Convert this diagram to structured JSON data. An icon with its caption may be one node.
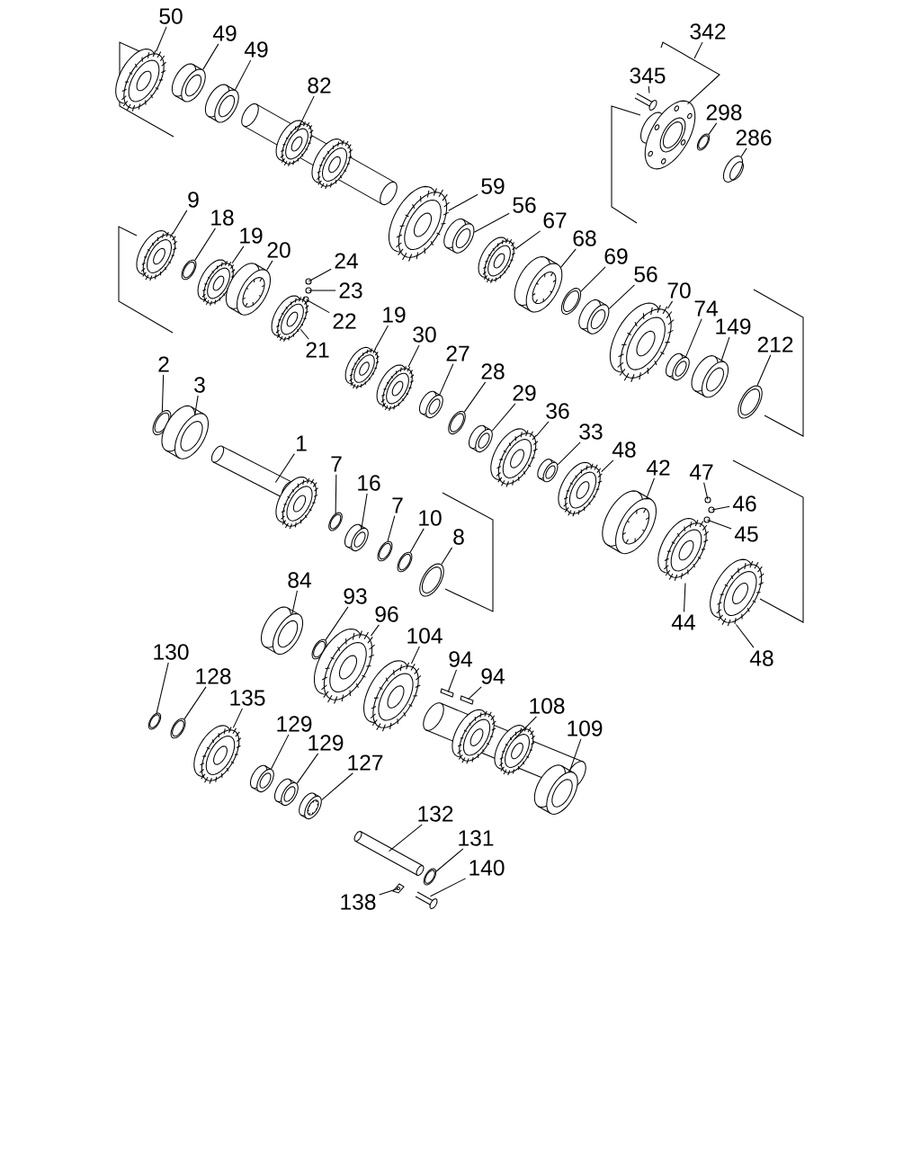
{
  "diagram": {
    "nodes": [
      {
        "text": [
          "50"
        ]
      },
      {
        "text": [
          "49"
        ]
      },
      {
        "text": [
          "49"
        ]
      },
      {
        "text": [
          "82"
        ]
      },
      {
        "text": [
          "342"
        ]
      },
      {
        "text": [
          "345"
        ]
      },
      {
        "text": [
          "298"
        ]
      },
      {
        "text": [
          "286"
        ]
      },
      {
        "text": [
          "59"
        ]
      },
      {
        "text": [
          "56"
        ]
      },
      {
        "text": [
          "67"
        ]
      },
      {
        "text": [
          "68"
        ]
      },
      {
        "text": [
          "69"
        ]
      },
      {
        "text": [
          "56"
        ]
      },
      {
        "text": [
          "70"
        ]
      },
      {
        "text": [
          "74"
        ]
      },
      {
        "text": [
          "149"
        ]
      },
      {
        "text": [
          "212"
        ]
      },
      {
        "text": [
          "9"
        ]
      },
      {
        "text": [
          "18"
        ]
      },
      {
        "text": [
          "19"
        ]
      },
      {
        "text": [
          "20"
        ]
      },
      {
        "text": [
          "24"
        ]
      },
      {
        "text": [
          "23"
        ]
      },
      {
        "text": [
          "22"
        ]
      },
      {
        "text": [
          "21"
        ]
      },
      {
        "text": [
          "19"
        ]
      },
      {
        "text": [
          "30"
        ]
      },
      {
        "text": [
          "27"
        ]
      },
      {
        "text": [
          "28"
        ]
      },
      {
        "text": [
          "29"
        ]
      },
      {
        "text": [
          "36"
        ]
      },
      {
        "text": [
          "33"
        ]
      },
      {
        "text": [
          "48"
        ]
      },
      {
        "text": [
          "42"
        ]
      },
      {
        "text": [
          "47"
        ]
      },
      {
        "text": [
          "46"
        ]
      },
      {
        "text": [
          "45"
        ]
      },
      {
        "text": [
          "44"
        ]
      },
      {
        "text": [
          "48"
        ]
      },
      {
        "text": [
          "2"
        ]
      },
      {
        "text": [
          "3"
        ]
      },
      {
        "text": [
          "1"
        ]
      },
      {
        "text": [
          "7"
        ]
      },
      {
        "text": [
          "16"
        ]
      },
      {
        "text": [
          "7"
        ]
      },
      {
        "text": [
          "10"
        ]
      },
      {
        "text": [
          "8"
        ]
      },
      {
        "text": [
          "84"
        ]
      },
      {
        "text": [
          "93"
        ]
      },
      {
        "text": [
          "96"
        ]
      },
      {
        "text": [
          "104"
        ]
      },
      {
        "text": [
          "94"
        ]
      },
      {
        "text": [
          "94"
        ]
      },
      {
        "text": [
          "108"
        ]
      },
      {
        "text": [
          "109"
        ]
      },
      {
        "text": [
          "130"
        ]
      },
      {
        "text": [
          "128"
        ]
      },
      {
        "text": [
          "135"
        ]
      },
      {
        "text": [
          "129"
        ]
      },
      {
        "text": [
          "129"
        ]
      },
      {
        "text": [
          "127"
        ]
      },
      {
        "text": [
          "132"
        ]
      },
      {
        "text": [
          "131"
        ]
      },
      {
        "text": [
          "138"
        ]
      },
      {
        "text": [
          "140"
        ]
      },
      {
        "text": [],
        "shape": "gear"
      },
      {
        "text": [],
        "shape": "bearing"
      },
      {
        "text": [],
        "shape": "bearing"
      },
      {
        "text": [],
        "shape": "shaft"
      },
      {
        "text": [],
        "shape": "flange"
      },
      {
        "text": [],
        "shape": "bolt"
      },
      {
        "text": [],
        "shape": "ring"
      },
      {
        "text": [],
        "shape": "nut"
      },
      {
        "text": [],
        "shape": "gear"
      },
      {
        "text": [],
        "shape": "bearing"
      },
      {
        "text": [],
        "shape": "gear"
      },
      {
        "text": [],
        "shape": "sleeve"
      },
      {
        "text": [],
        "shape": "ring"
      },
      {
        "text": [],
        "shape": "bearing"
      },
      {
        "text": [],
        "shape": "gear"
      },
      {
        "text": [],
        "shape": "bearing"
      },
      {
        "text": [],
        "shape": "bearing"
      },
      {
        "text": [],
        "shape": "ring"
      },
      {
        "text": [],
        "shape": "gear"
      },
      {
        "text": [],
        "shape": "ring"
      },
      {
        "text": [],
        "shape": "gear"
      },
      {
        "text": [],
        "shape": "sleeve"
      },
      {
        "text": [],
        "shape": "ball"
      },
      {
        "text": [],
        "shape": "ball"
      },
      {
        "text": [],
        "shape": "ball"
      },
      {
        "text": [],
        "shape": "gear"
      },
      {
        "text": [],
        "shape": "gear"
      },
      {
        "text": [],
        "shape": "gear"
      },
      {
        "text": [],
        "shape": "bearing"
      },
      {
        "text": [],
        "shape": "ring"
      },
      {
        "text": [],
        "shape": "bearing"
      },
      {
        "text": [],
        "shape": "gear"
      },
      {
        "text": [],
        "shape": "bearing"
      },
      {
        "text": [],
        "shape": "gear"
      },
      {
        "text": [],
        "shape": "sleeve"
      },
      {
        "text": [],
        "shape": "ball"
      },
      {
        "text": [],
        "shape": "ball"
      },
      {
        "text": [],
        "shape": "ball"
      },
      {
        "text": [],
        "shape": "gear"
      },
      {
        "text": [],
        "shape": "gear"
      },
      {
        "text": [],
        "shape": "ring"
      },
      {
        "text": [],
        "shape": "bearing"
      },
      {
        "text": [],
        "shape": "shaft"
      },
      {
        "text": [],
        "shape": "ring"
      },
      {
        "text": [],
        "shape": "bearing"
      },
      {
        "text": [],
        "shape": "ring"
      },
      {
        "text": [],
        "shape": "ring"
      },
      {
        "text": [],
        "shape": "ring"
      },
      {
        "text": [],
        "shape": "bearing"
      },
      {
        "text": [],
        "shape": "ring"
      },
      {
        "text": [],
        "shape": "gear"
      },
      {
        "text": [],
        "shape": "gear"
      },
      {
        "text": [],
        "shape": "key"
      },
      {
        "text": [],
        "shape": "key"
      },
      {
        "text": [],
        "shape": "shaft"
      },
      {
        "text": [],
        "shape": "bearing"
      },
      {
        "text": [],
        "shape": "ring"
      },
      {
        "text": [],
        "shape": "ring"
      },
      {
        "text": [],
        "shape": "gear"
      },
      {
        "text": [],
        "shape": "bearing"
      },
      {
        "text": [],
        "shape": "bearing"
      },
      {
        "text": [],
        "shape": "sleeve"
      },
      {
        "text": [],
        "shape": "shaft"
      },
      {
        "text": [],
        "shape": "ring"
      },
      {
        "text": [],
        "shape": "plate"
      },
      {
        "text": [],
        "shape": "bolt"
      }
    ],
    "edges": [
      {
        "from": 0,
        "to": 66,
        "arrow": "none"
      },
      {
        "from": 1,
        "to": 67,
        "arrow": "none"
      },
      {
        "from": 2,
        "to": 68,
        "arrow": "none"
      },
      {
        "from": 3,
        "to": 69,
        "arrow": "none"
      },
      {
        "from": 4,
        "to": 70,
        "arrow": "none"
      },
      {
        "from": 5,
        "to": 71,
        "arrow": "none"
      },
      {
        "from": 6,
        "to": 72,
        "arrow": "none"
      },
      {
        "from": 7,
        "to": 73,
        "arrow": "none"
      },
      {
        "from": 8,
        "to": 74,
        "arrow": "none"
      },
      {
        "from": 9,
        "to": 75,
        "arrow": "none"
      },
      {
        "from": 10,
        "to": 76,
        "arrow": "none"
      },
      {
        "from": 11,
        "to": 77,
        "arrow": "none"
      },
      {
        "from": 12,
        "to": 78,
        "arrow": "none"
      },
      {
        "from": 13,
        "to": 79,
        "arrow": "none"
      },
      {
        "from": 14,
        "to": 80,
        "arrow": "none"
      },
      {
        "from": 15,
        "to": 81,
        "arrow": "none"
      },
      {
        "from": 16,
        "to": 82,
        "arrow": "none"
      },
      {
        "from": 17,
        "to": 83,
        "arrow": "none"
      },
      {
        "from": 18,
        "to": 84,
        "arrow": "none"
      },
      {
        "from": 19,
        "to": 85,
        "arrow": "none"
      },
      {
        "from": 20,
        "to": 86,
        "arrow": "none"
      },
      {
        "from": 21,
        "to": 87,
        "arrow": "none"
      },
      {
        "from": 22,
        "to": 88,
        "arrow": "none"
      },
      {
        "from": 23,
        "to": 89,
        "arrow": "none"
      },
      {
        "from": 24,
        "to": 90,
        "arrow": "none"
      },
      {
        "from": 25,
        "to": 91,
        "arrow": "none"
      },
      {
        "from": 26,
        "to": 92,
        "arrow": "none"
      },
      {
        "from": 27,
        "to": 93,
        "arrow": "none"
      },
      {
        "from": 28,
        "to": 94,
        "arrow": "none"
      },
      {
        "from": 29,
        "to": 95,
        "arrow": "none"
      },
      {
        "from": 30,
        "to": 96,
        "arrow": "none"
      },
      {
        "from": 31,
        "to": 97,
        "arrow": "none"
      },
      {
        "from": 32,
        "to": 98,
        "arrow": "none"
      },
      {
        "from": 33,
        "to": 99,
        "arrow": "none"
      },
      {
        "from": 34,
        "to": 100,
        "arrow": "none"
      },
      {
        "from": 35,
        "to": 101,
        "arrow": "none"
      },
      {
        "from": 36,
        "to": 102,
        "arrow": "none"
      },
      {
        "from": 37,
        "to": 103,
        "arrow": "none"
      },
      {
        "from": 38,
        "to": 104,
        "arrow": "none"
      },
      {
        "from": 39,
        "to": 105,
        "arrow": "none"
      },
      {
        "from": 40,
        "to": 106,
        "arrow": "none"
      },
      {
        "from": 41,
        "to": 107,
        "arrow": "none"
      },
      {
        "from": 42,
        "to": 108,
        "arrow": "none"
      },
      {
        "from": 43,
        "to": 109,
        "arrow": "none"
      },
      {
        "from": 44,
        "to": 110,
        "arrow": "none"
      },
      {
        "from": 45,
        "to": 111,
        "arrow": "none"
      },
      {
        "from": 46,
        "to": 112,
        "arrow": "none"
      },
      {
        "from": 47,
        "to": 113,
        "arrow": "none"
      },
      {
        "from": 48,
        "to": 114,
        "arrow": "none"
      },
      {
        "from": 49,
        "to": 115,
        "arrow": "none"
      },
      {
        "from": 50,
        "to": 116,
        "arrow": "none"
      },
      {
        "from": 51,
        "to": 117,
        "arrow": "none"
      },
      {
        "from": 52,
        "to": 118,
        "arrow": "none"
      },
      {
        "from": 53,
        "to": 119,
        "arrow": "none"
      },
      {
        "from": 54,
        "to": 120,
        "arrow": "none"
      },
      {
        "from": 55,
        "to": 121,
        "arrow": "none"
      },
      {
        "from": 56,
        "to": 122,
        "arrow": "none"
      },
      {
        "from": 57,
        "to": 123,
        "arrow": "none"
      },
      {
        "from": 58,
        "to": 124,
        "arrow": "none"
      },
      {
        "from": 59,
        "to": 125,
        "arrow": "none"
      },
      {
        "from": 60,
        "to": 126,
        "arrow": "none"
      },
      {
        "from": 61,
        "to": 127,
        "arrow": "none"
      },
      {
        "from": 62,
        "to": 128,
        "arrow": "none"
      },
      {
        "from": 63,
        "to": 129,
        "arrow": "none"
      },
      {
        "from": 64,
        "to": 130,
        "arrow": "none"
      },
      {
        "from": 65,
        "to": 131,
        "arrow": "none"
      }
    ]
  }
}
